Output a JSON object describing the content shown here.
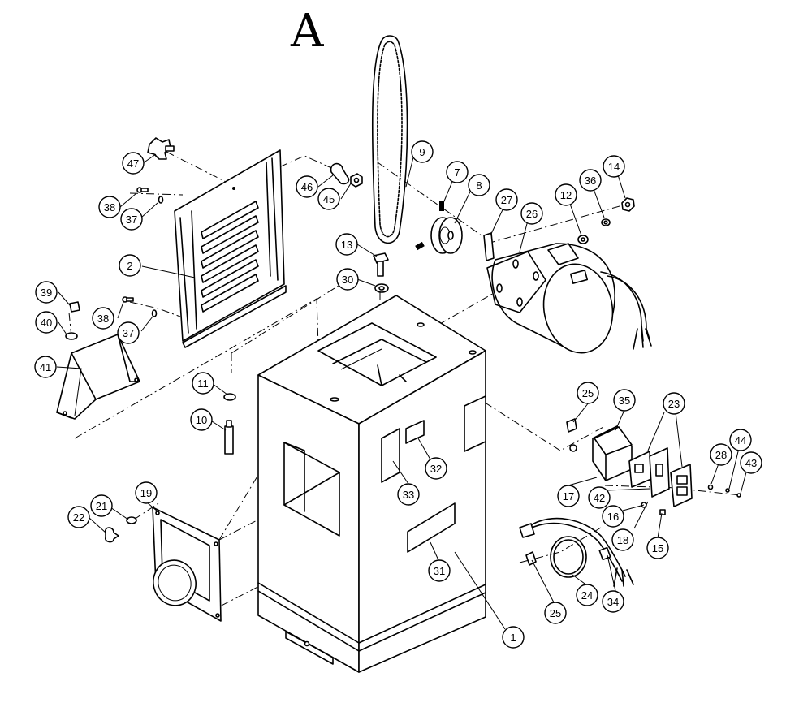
{
  "diagram": {
    "title": "A",
    "callouts": [
      {
        "id": "c1",
        "label": "1"
      },
      {
        "id": "c2",
        "label": "2"
      },
      {
        "id": "c7",
        "label": "7"
      },
      {
        "id": "c8",
        "label": "8"
      },
      {
        "id": "c9",
        "label": "9"
      },
      {
        "id": "c10",
        "label": "10"
      },
      {
        "id": "c11",
        "label": "11"
      },
      {
        "id": "c12",
        "label": "12"
      },
      {
        "id": "c13",
        "label": "13"
      },
      {
        "id": "c14",
        "label": "14"
      },
      {
        "id": "c15",
        "label": "15"
      },
      {
        "id": "c16",
        "label": "16"
      },
      {
        "id": "c17",
        "label": "17"
      },
      {
        "id": "c18",
        "label": "18"
      },
      {
        "id": "c19",
        "label": "19"
      },
      {
        "id": "c21",
        "label": "21"
      },
      {
        "id": "c22",
        "label": "22"
      },
      {
        "id": "c23",
        "label": "23"
      },
      {
        "id": "c24",
        "label": "24"
      },
      {
        "id": "c25a",
        "label": "25"
      },
      {
        "id": "c25b",
        "label": "25"
      },
      {
        "id": "c26",
        "label": "26"
      },
      {
        "id": "c27",
        "label": "27"
      },
      {
        "id": "c28",
        "label": "28"
      },
      {
        "id": "c30",
        "label": "30"
      },
      {
        "id": "c31",
        "label": "31"
      },
      {
        "id": "c32",
        "label": "32"
      },
      {
        "id": "c33",
        "label": "33"
      },
      {
        "id": "c34",
        "label": "34"
      },
      {
        "id": "c35",
        "label": "35"
      },
      {
        "id": "c36",
        "label": "36"
      },
      {
        "id": "c37a",
        "label": "37"
      },
      {
        "id": "c37b",
        "label": "37"
      },
      {
        "id": "c38a",
        "label": "38"
      },
      {
        "id": "c38b",
        "label": "38"
      },
      {
        "id": "c39",
        "label": "39"
      },
      {
        "id": "c40",
        "label": "40"
      },
      {
        "id": "c41",
        "label": "41"
      },
      {
        "id": "c42",
        "label": "42"
      },
      {
        "id": "c43",
        "label": "43"
      },
      {
        "id": "c44",
        "label": "44"
      },
      {
        "id": "c45",
        "label": "45"
      },
      {
        "id": "c46",
        "label": "46"
      },
      {
        "id": "c47",
        "label": "47"
      }
    ]
  }
}
